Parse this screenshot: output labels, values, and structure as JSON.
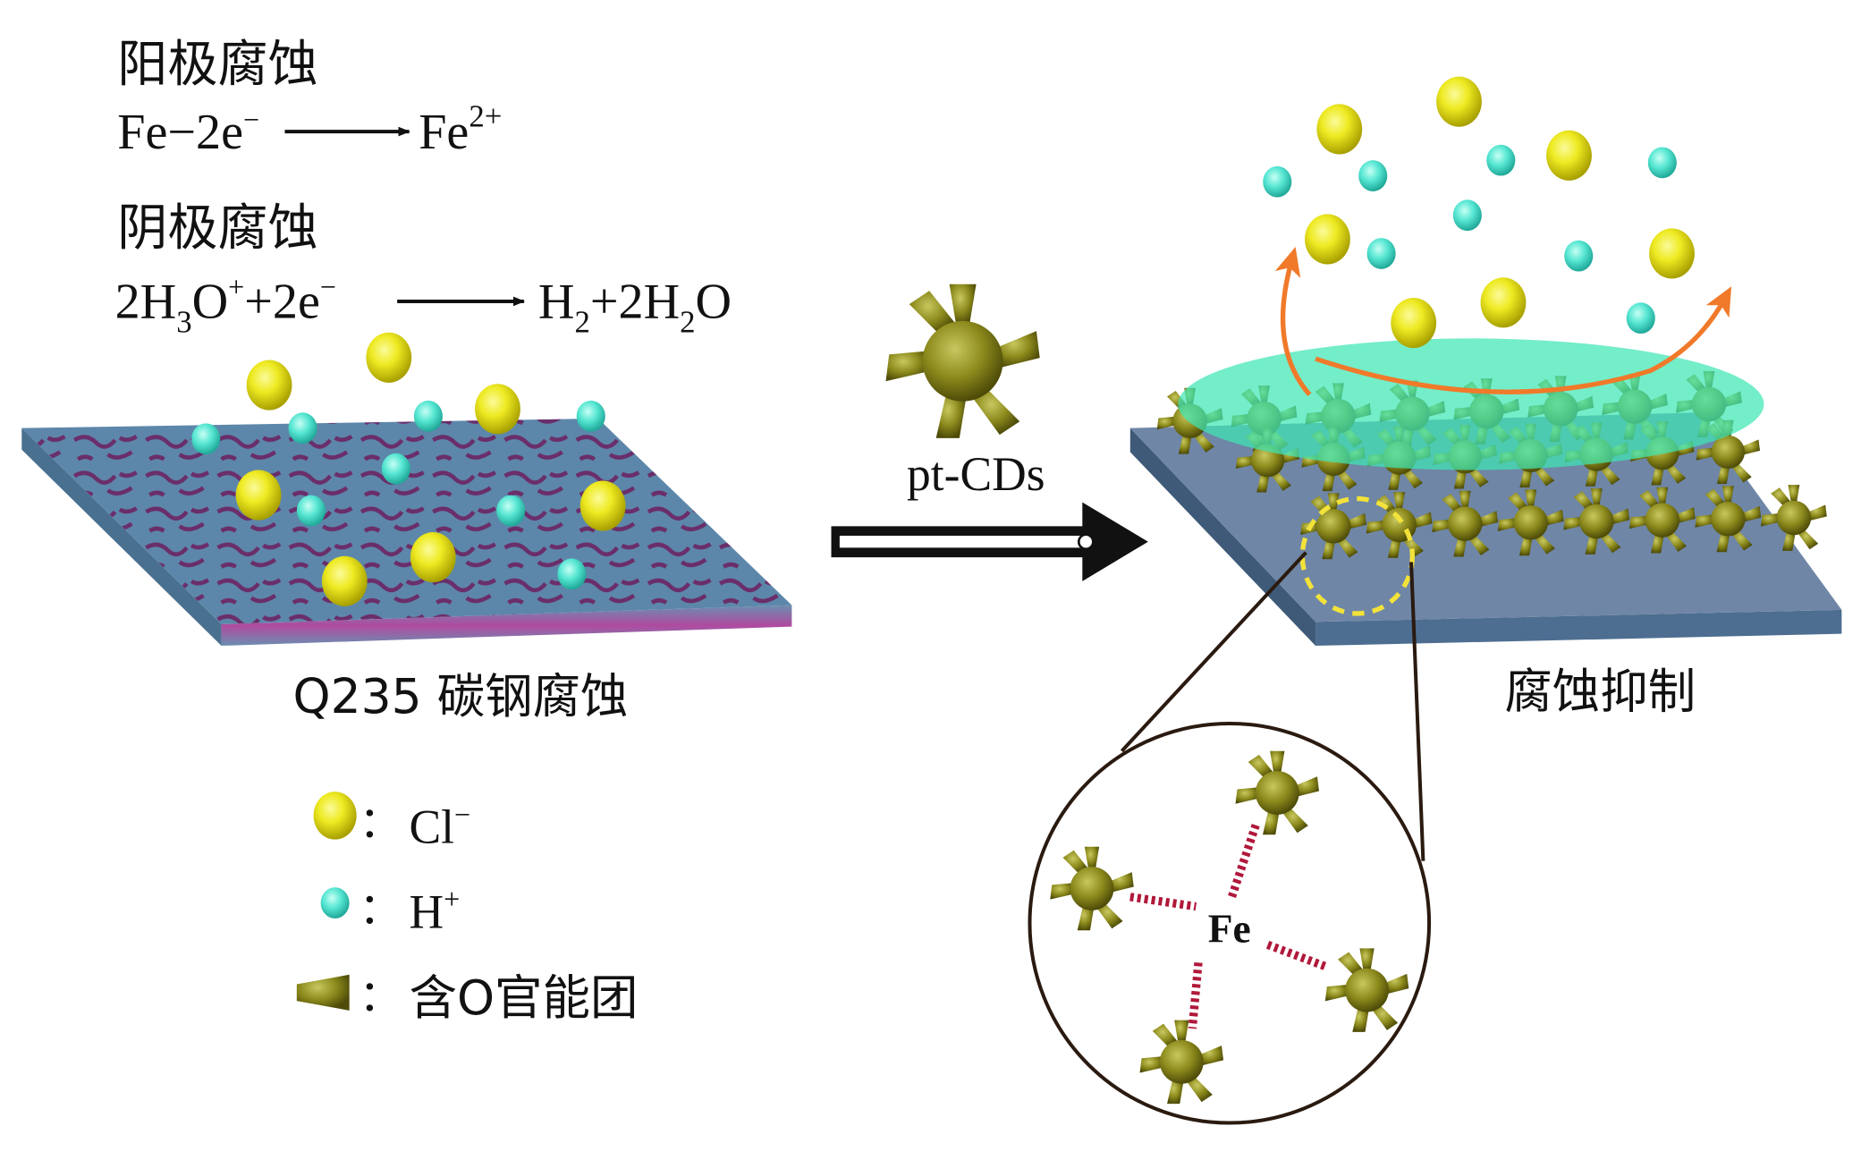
{
  "anode": {
    "title": "阳极腐蚀",
    "reactant": "Fe−2e",
    "reactant_sup": "−",
    "product": "Fe",
    "product_sup": "2+"
  },
  "cathode": {
    "title": "阴极腐蚀",
    "r1": "2H",
    "r1_sub": "3",
    "r2": "O",
    "r2_sup": "+",
    "r3": "+2e",
    "r3_sup": "−",
    "p1": "H",
    "p1_sub": "2",
    "p2": "+2H",
    "p2_sub": "2",
    "p3": "O"
  },
  "left_label": "Q235 碳钢腐蚀",
  "right_label": "腐蚀抑制",
  "arrow_label": "pt-CDs",
  "zoom_center_label": "Fe",
  "legend": [
    {
      "icon": "yellow-sphere",
      "sep": "：",
      "label": "Cl",
      "sup": "−"
    },
    {
      "icon": "cyan-sphere",
      "sep": "：",
      "label": "H",
      "sup": "+"
    },
    {
      "icon": "olive-cone",
      "sep": "：",
      "label": "含O官能团",
      "sup": ""
    }
  ],
  "colors": {
    "cl_ion": "#e6e01a",
    "h_ion": "#4fe3cf",
    "cd_particle": "#8a8a1a",
    "film": "#3fe6b4",
    "steel": "#5b86a8",
    "rust": "#6a2e6a",
    "flow_arrow": "#f07a2a",
    "bond": "#b0183a"
  }
}
